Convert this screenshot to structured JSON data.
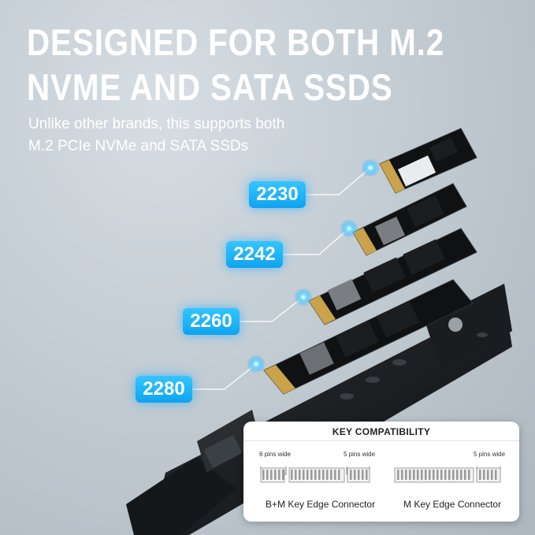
{
  "headline": {
    "line1": "DESIGNED FOR BOTH M.2",
    "line2": "NVME AND SATA SSDS"
  },
  "subheadline": {
    "line1": "Unlike other brands, this supports both",
    "line2": "M.2 PCIe NVMe and SATA SSDs"
  },
  "ssd_sizes": [
    {
      "label": "2230"
    },
    {
      "label": "2242"
    },
    {
      "label": "2260"
    },
    {
      "label": "2280"
    }
  ],
  "key_compatibility": {
    "title": "KEY COMPATIBILITY",
    "bm_key": {
      "left_pins": "6 pins wide",
      "right_pins": "5 pins wide",
      "label": "B+M Key Edge Connector"
    },
    "m_key": {
      "right_pins": "5 pins wide",
      "label": "M Key Edge Connector"
    }
  },
  "colors": {
    "badge": "#1aaef5",
    "glow": "#41c8ff",
    "background": "#c3ccd3",
    "enclosure": "#1c1f22",
    "pcb": "#101214",
    "gold_pins": "#c9a24a"
  }
}
